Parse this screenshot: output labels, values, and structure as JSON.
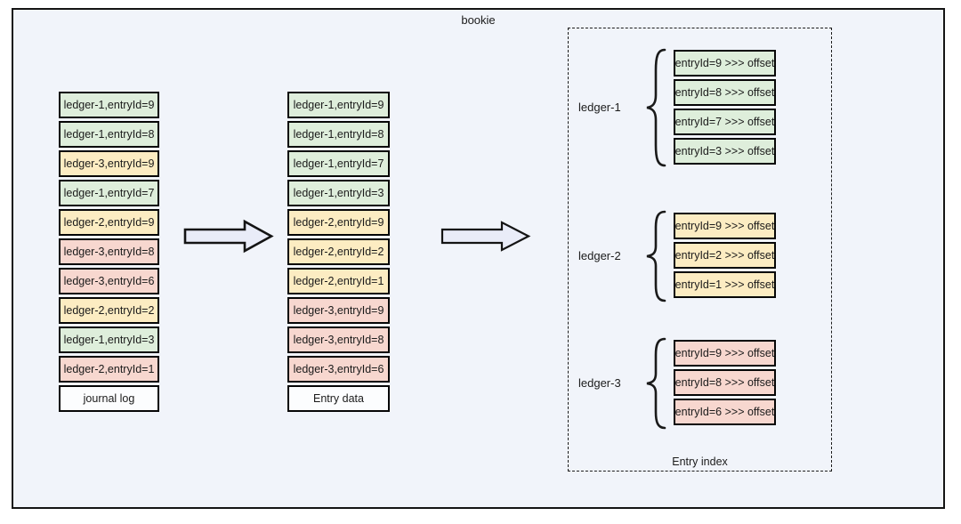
{
  "title": "bookie",
  "colors": {
    "canvas_bg": "#f1f4fa",
    "green": "#deeedb",
    "yellow": "#fcecc2",
    "pink": "#f7d7cf",
    "white": "#fcfdfe",
    "arrow_fill": "#e9ecf8",
    "stroke": "#141414"
  },
  "journal": {
    "label": "journal log",
    "cells": [
      {
        "text": "ledger-1,entryId=9",
        "color": "green"
      },
      {
        "text": "ledger-1,entryId=8",
        "color": "green"
      },
      {
        "text": "ledger-3,entryId=9",
        "color": "yellow"
      },
      {
        "text": "ledger-1,entryId=7",
        "color": "green"
      },
      {
        "text": "ledger-2,entryId=9",
        "color": "yellow"
      },
      {
        "text": "ledger-3,entryId=8",
        "color": "pink"
      },
      {
        "text": "ledger-3,entryId=6",
        "color": "pink"
      },
      {
        "text": "ledger-2,entryId=2",
        "color": "yellow"
      },
      {
        "text": "ledger-1,entryId=3",
        "color": "green"
      },
      {
        "text": "ledger-2,entryId=1",
        "color": "pink"
      }
    ]
  },
  "entry_data": {
    "label": "Entry data",
    "cells": [
      {
        "text": "ledger-1,entryId=9",
        "color": "green"
      },
      {
        "text": "ledger-1,entryId=8",
        "color": "green"
      },
      {
        "text": "ledger-1,entryId=7",
        "color": "green"
      },
      {
        "text": "ledger-1,entryId=3",
        "color": "green"
      },
      {
        "text": "ledger-2,entryId=9",
        "color": "yellow"
      },
      {
        "text": "ledger-2,entryId=2",
        "color": "yellow"
      },
      {
        "text": "ledger-2,entryId=1",
        "color": "yellow"
      },
      {
        "text": "ledger-3,entryId=9",
        "color": "pink"
      },
      {
        "text": "ledger-3,entryId=8",
        "color": "pink"
      },
      {
        "text": "ledger-3,entryId=6",
        "color": "pink"
      }
    ]
  },
  "entry_index": {
    "label": "Entry index",
    "groups": [
      {
        "label": "ledger-1",
        "color": "green",
        "rows": [
          "entryId=9 >>> offset",
          "entryId=8 >>> offset",
          "entryId=7 >>> offset",
          "entryId=3 >>> offset"
        ]
      },
      {
        "label": "ledger-2",
        "color": "yellow",
        "rows": [
          "entryId=9 >>> offset",
          "entryId=2 >>> offset",
          "entryId=1 >>> offset"
        ]
      },
      {
        "label": "ledger-3",
        "color": "pink",
        "rows": [
          "entryId=9 >>> offset",
          "entryId=8 >>> offset",
          "entryId=6 >>> offset"
        ]
      }
    ]
  }
}
